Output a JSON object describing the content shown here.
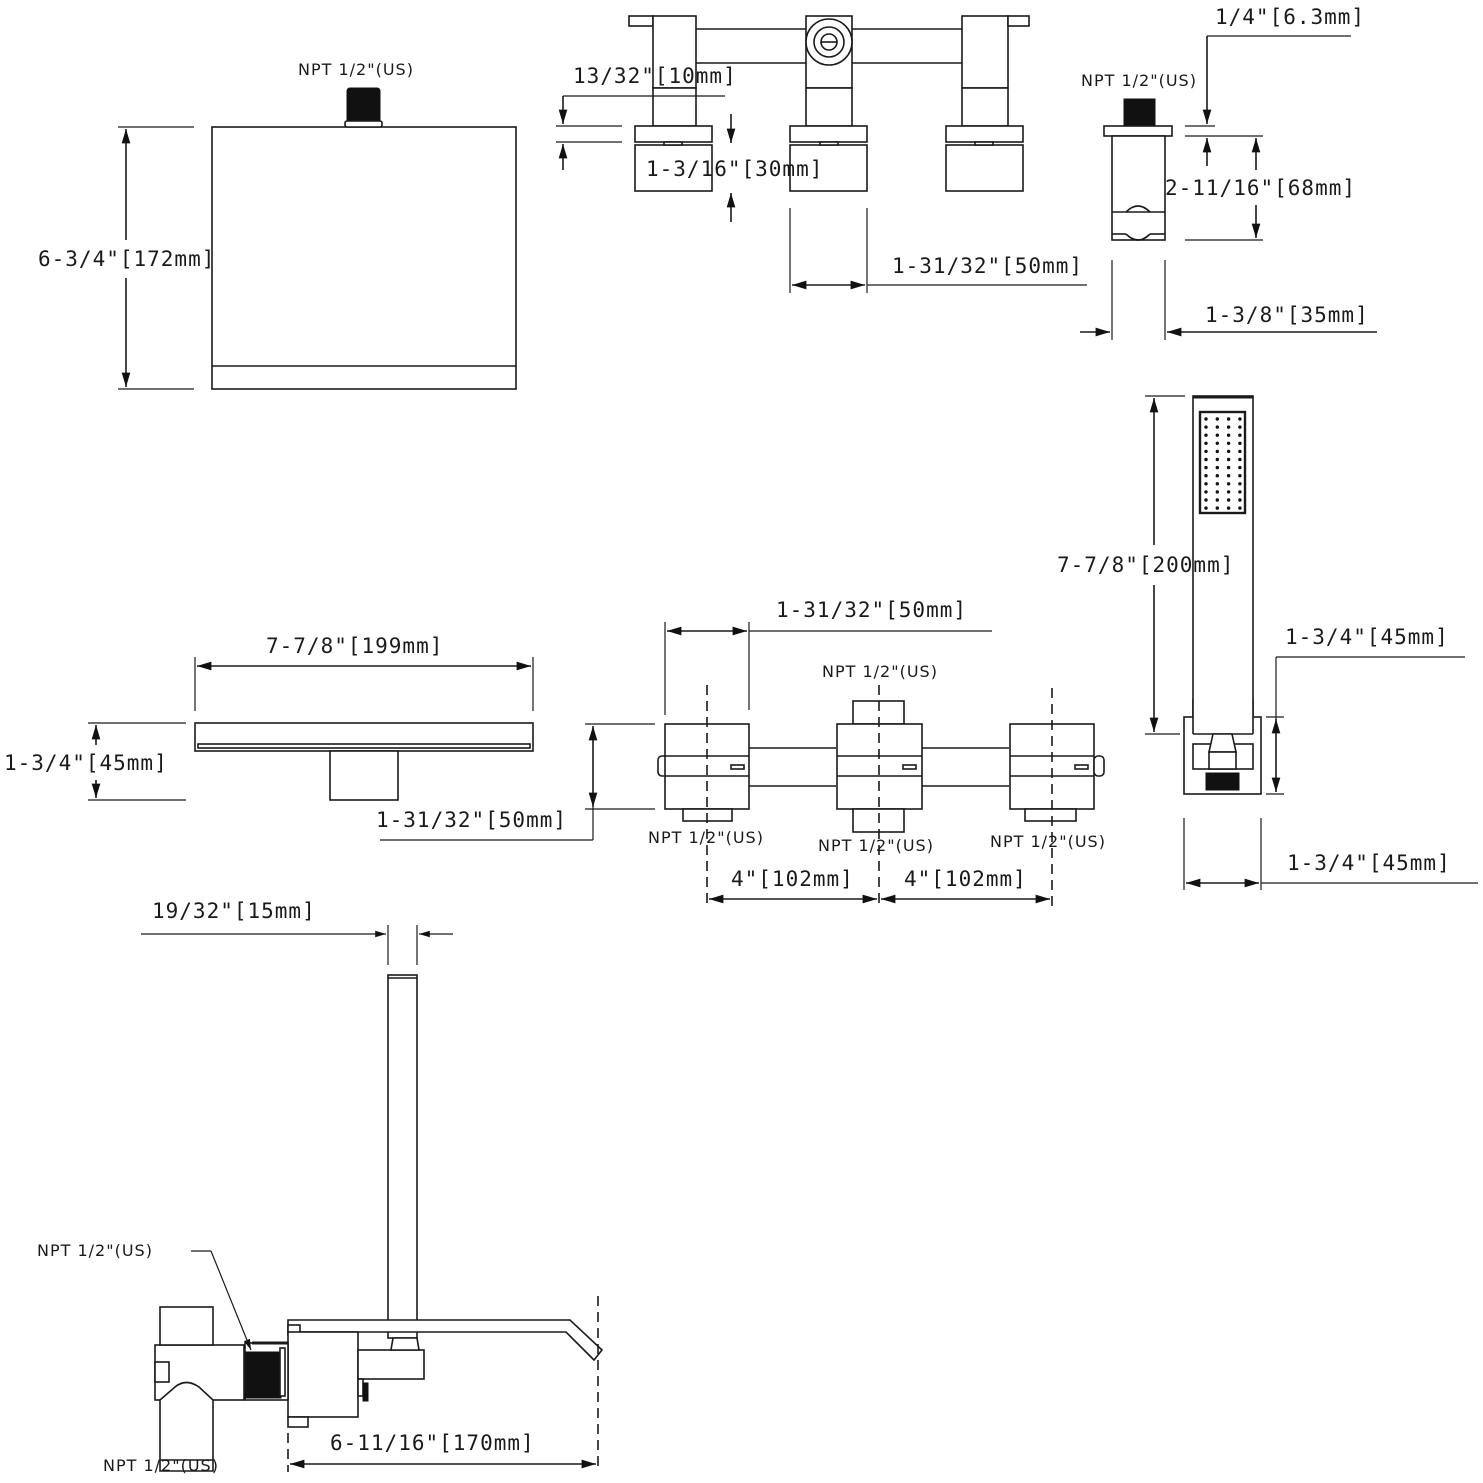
{
  "drawing": {
    "title": "Tub Faucet Technical Dimension Drawing",
    "line_color": "#1a1a1a",
    "background": "#ffffff"
  },
  "views": {
    "spout_front": {
      "npt_label": "NPT 1/2\"(US)",
      "height_dim": "6-3/4\"[172mm]"
    },
    "valve_top": {
      "collar_dim": "13/32\"[10mm]",
      "handle_dim": "1-3/16\"[30mm]",
      "handle_width_dim": "1-31/32\"[50mm]"
    },
    "diverter_side": {
      "npt_label": "NPT 1/2\"(US)",
      "flange_dim": "1/4\"[6.3mm]",
      "height_dim": "2-11/16\"[68mm]",
      "width_dim": "1-3/8\"[35mm]"
    },
    "spout_top": {
      "width_dim": "7-7/8\"[199mm]",
      "height_dim": "1-3/4\"[45mm]",
      "depth_dim": "1-31/32\"[50mm]"
    },
    "valve_front": {
      "handle_width_dim": "1-31/32\"[50mm]",
      "npt_top": "NPT 1/2\"(US)",
      "npt_left": "NPT 1/2\"(US)",
      "npt_center": "NPT 1/2\"(US)",
      "npt_right": "NPT 1/2\"(US)",
      "spacing_left": "4\"[102mm]",
      "spacing_right": "4\"[102mm]"
    },
    "hand_shower": {
      "length_dim": "7-7/8\"[200mm]",
      "holder_height_dim": "1-3/4\"[45mm]",
      "holder_width_dim": "1-3/4\"[45mm]",
      "spray_rows": 12,
      "spray_cols": 4
    },
    "spout_side": {
      "pipe_dim": "19/32\"[15mm]",
      "npt_upper": "NPT 1/2\"(US)",
      "npt_lower": "NPT 1/2\"(US)",
      "reach_dim": "6-11/16\"[170mm]"
    }
  }
}
